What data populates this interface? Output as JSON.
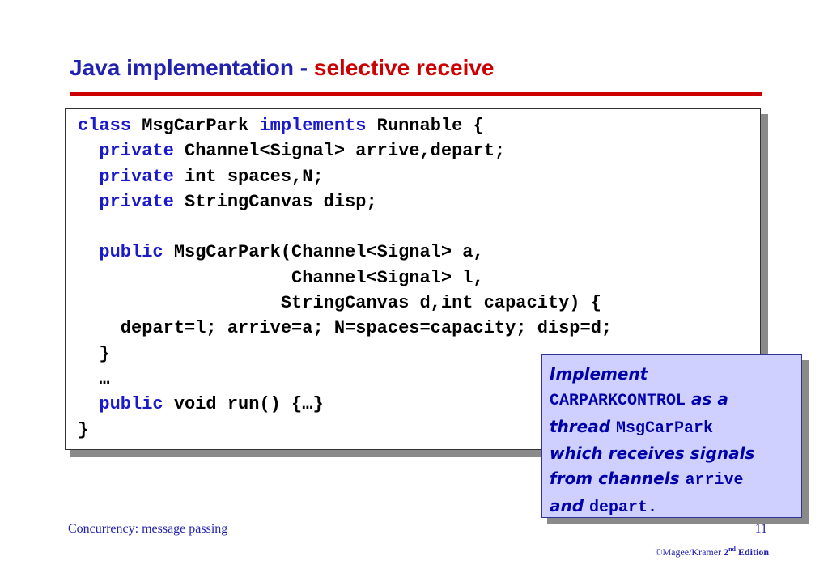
{
  "slide": {
    "title_main": "Java implementation - ",
    "title_accent": "selective receive",
    "colors": {
      "title": "#2222b0",
      "accent": "#cc0000",
      "keyword": "#1a1acc",
      "callout_bg": "#cfd0ff",
      "callout_text": "#0000aa"
    }
  },
  "code": {
    "lines": [
      [
        {
          "kw": "class"
        },
        {
          "t": " MsgCarPark "
        },
        {
          "kw": "implements"
        },
        {
          "t": " Runnable {"
        }
      ],
      [
        {
          "t": "  "
        },
        {
          "kw": "private"
        },
        {
          "t": " Channel<Signal> arrive,depart;"
        }
      ],
      [
        {
          "t": "  "
        },
        {
          "kw": "private"
        },
        {
          "t": " int spaces,N;"
        }
      ],
      [
        {
          "t": "  "
        },
        {
          "kw": "private"
        },
        {
          "t": " StringCanvas disp;"
        }
      ],
      [
        {
          "t": ""
        }
      ],
      [
        {
          "t": "  "
        },
        {
          "kw": "public"
        },
        {
          "t": " MsgCarPark(Channel<Signal> a,"
        }
      ],
      [
        {
          "t": "                    Channel<Signal> l,"
        }
      ],
      [
        {
          "t": "                   StringCanvas d,int capacity) {"
        }
      ],
      [
        {
          "t": "    depart=l; arrive=a; N=spaces=capacity; disp=d;"
        }
      ],
      [
        {
          "t": "  }"
        }
      ],
      [
        {
          "t": "  …"
        }
      ],
      [
        {
          "t": "  "
        },
        {
          "kw": "public"
        },
        {
          "t": " void run() {…}"
        }
      ],
      [
        {
          "t": "}"
        }
      ]
    ]
  },
  "callout": {
    "lines": [
      [
        {
          "it": "Implement"
        }
      ],
      [
        {
          "mono": "CARPARKCONTROL"
        },
        {
          "it": " as a"
        }
      ],
      [
        {
          "it": "thread "
        },
        {
          "mono": "MsgCarPark"
        }
      ],
      [
        {
          "it": "which receives signals"
        }
      ],
      [
        {
          "it": "from channels "
        },
        {
          "mono": "arrive"
        }
      ],
      [
        {
          "it": "and "
        },
        {
          "mono": "depart."
        }
      ]
    ]
  },
  "footer": {
    "left": "Concurrency: message passing",
    "page": "11",
    "copyright_prefix": "©Magee/Kramer ",
    "edition_num": "2",
    "edition_sup": "nd",
    "edition_word": " Edition"
  }
}
